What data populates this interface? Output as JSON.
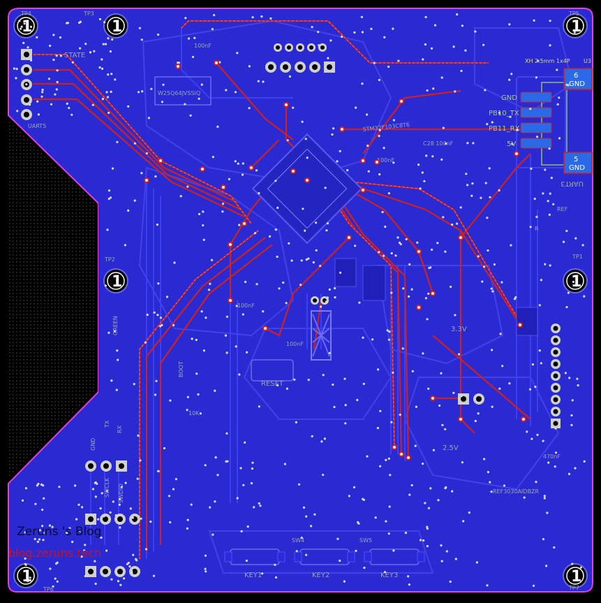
{
  "board": {
    "background": "#000000",
    "substrate": "#2a2ad2",
    "outline": "#e040e0",
    "trace_red": "#d02020",
    "via": "#d8d8e8"
  },
  "mounting_holes": {
    "label": "1",
    "tp_labels": [
      "TP4",
      "TP3",
      "TP5",
      "TP2",
      "TP1",
      "TP6",
      "TP7"
    ]
  },
  "connectors": {
    "uart_header": [
      "STATE",
      "UART5"
    ],
    "uart3": {
      "title": "UART3",
      "header_name": "U3",
      "header_desc": "XH 2.5mm 1x4P",
      "pad_top": {
        "num": "6",
        "name": "GND"
      },
      "pad_bottom": {
        "num": "5",
        "name": "GND"
      },
      "pins": [
        "GND",
        "PB10_TX",
        "PB11_RX",
        "5V"
      ]
    }
  },
  "silkscreen": {
    "flash": "W25Q64JVSSIQ",
    "mcu": "STM32F103C8T6",
    "reset": "RESET",
    "keys": [
      "KEY1",
      "KEY2",
      "KEY3"
    ],
    "switches": [
      "SW4",
      "SW5"
    ],
    "caps": [
      "100nF",
      "100nF",
      "100nF",
      "100nF"
    ],
    "boot": "BOOT",
    "green": "GREEN",
    "vref": "REF3030AIDBZR",
    "v33": "3.3V",
    "v25": "2.5V",
    "ref": "REF",
    "gnd_left": "GND",
    "tx": "TX",
    "c28": "C28 100nF",
    "res": "R",
    "misc": [
      "RX",
      "SWDIO",
      "SWCLK",
      "10K",
      "470nF"
    ]
  },
  "watermark": {
    "title": "Zeruns 's Blog",
    "url": "blog.zeruns.tech"
  }
}
